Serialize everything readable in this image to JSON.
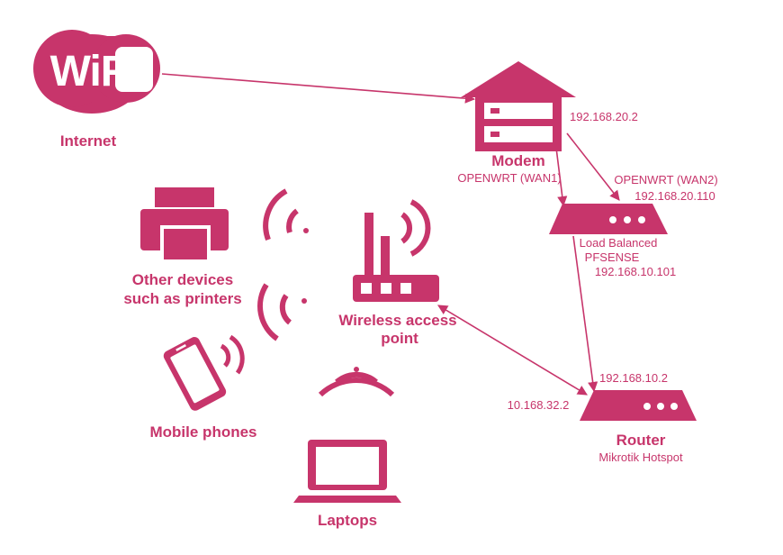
{
  "colors": {
    "accent": "#c7356b",
    "line": "#c7356b",
    "background": "#ffffff"
  },
  "internet": {
    "logo_letters": "WiFi",
    "label": "Internet",
    "icon": "wifi-logo-icon"
  },
  "modem": {
    "label": "Modem",
    "sub": "OPENWRT (WAN1)",
    "ip": "192.168.20.2",
    "icon": "modem-house-icon"
  },
  "load_balancer": {
    "wan2_label": "OPENWRT (WAN2)",
    "wan2_ip": "192.168.20.110",
    "line1": "Load Balanced",
    "line2": "PFSENSE",
    "ip": "192.168.10.101",
    "icon": "load-balancer-icon"
  },
  "router": {
    "label": "Router",
    "sub": "Mikrotik Hotspot",
    "ip_top": "192.168.10.2",
    "ip_left": "10.168.32.2",
    "icon": "router-icon"
  },
  "access_point": {
    "line1": "Wireless access",
    "line2": "point",
    "icon": "wireless-access-point-icon"
  },
  "printers": {
    "line1": "Other devices",
    "line2": "such as printers",
    "icon": "printer-icon"
  },
  "phones": {
    "label": "Mobile phones",
    "icon": "mobile-phone-icon"
  },
  "laptops": {
    "label": "Laptops",
    "icon": "laptop-icon"
  }
}
